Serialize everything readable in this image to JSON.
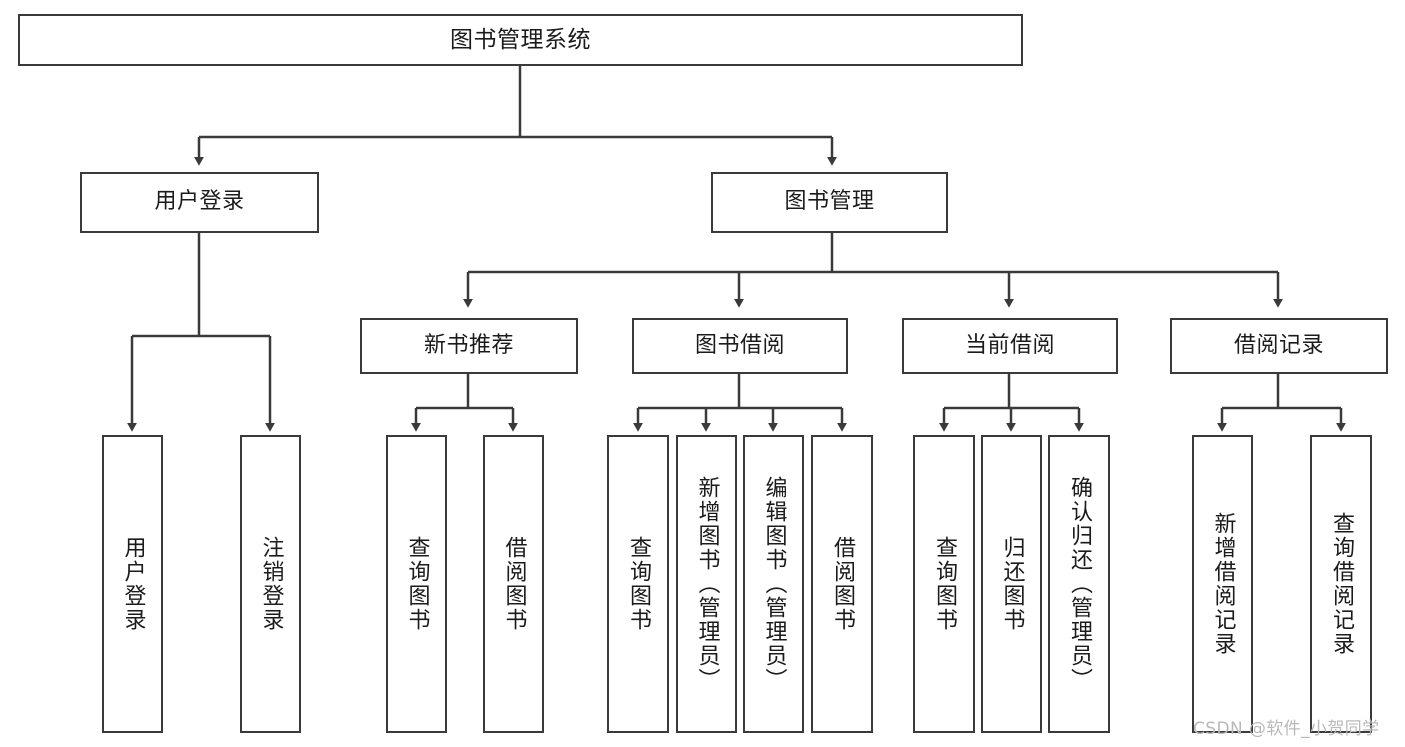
{
  "diagram": {
    "title": "图书管理系统",
    "type": "tree-hierarchy-diagram",
    "colors": {
      "stroke": "#3a3a3a",
      "fill": "#ffffff",
      "text": "#1b1b1b",
      "watermark": "#b9b9b9"
    },
    "levels": {
      "root": {
        "label": "图书管理系统"
      },
      "level2": [
        {
          "id": "user-login",
          "label": "用户登录"
        },
        {
          "id": "book-management",
          "label": "图书管理"
        }
      ],
      "level3": [
        {
          "id": "new-book-recommend",
          "label": "新书推荐"
        },
        {
          "id": "book-borrow",
          "label": "图书借阅"
        },
        {
          "id": "current-borrow",
          "label": "当前借阅"
        },
        {
          "id": "borrow-record",
          "label": "借阅记录"
        }
      ],
      "leaves": {
        "user_login": [
          {
            "id": "leaf-user-login",
            "label": "用户登录"
          },
          {
            "id": "leaf-logout-login",
            "label": "注销登录"
          }
        ],
        "new_book_recommend": [
          {
            "id": "leaf-query-book-1",
            "label": "查询图书"
          },
          {
            "id": "leaf-borrow-book-1",
            "label": "借阅图书"
          }
        ],
        "book_borrow": [
          {
            "id": "leaf-query-book-2",
            "label": "查询图书"
          },
          {
            "id": "leaf-add-book",
            "label": "新增图书（管理员）"
          },
          {
            "id": "leaf-edit-book",
            "label": "编辑图书（管理员）"
          },
          {
            "id": "leaf-borrow-book-2",
            "label": "借阅图书"
          }
        ],
        "current_borrow": [
          {
            "id": "leaf-query-book-3",
            "label": "查询图书"
          },
          {
            "id": "leaf-return-book",
            "label": "归还图书"
          },
          {
            "id": "leaf-confirm-return",
            "label": "确认归还（管理员）"
          }
        ],
        "borrow_record": [
          {
            "id": "leaf-add-borrow-record",
            "label": "新增借阅记录"
          },
          {
            "id": "leaf-query-borrow-record",
            "label": "查询借阅记录"
          }
        ]
      }
    },
    "watermark": "CSDN @软件_小贺同学"
  }
}
